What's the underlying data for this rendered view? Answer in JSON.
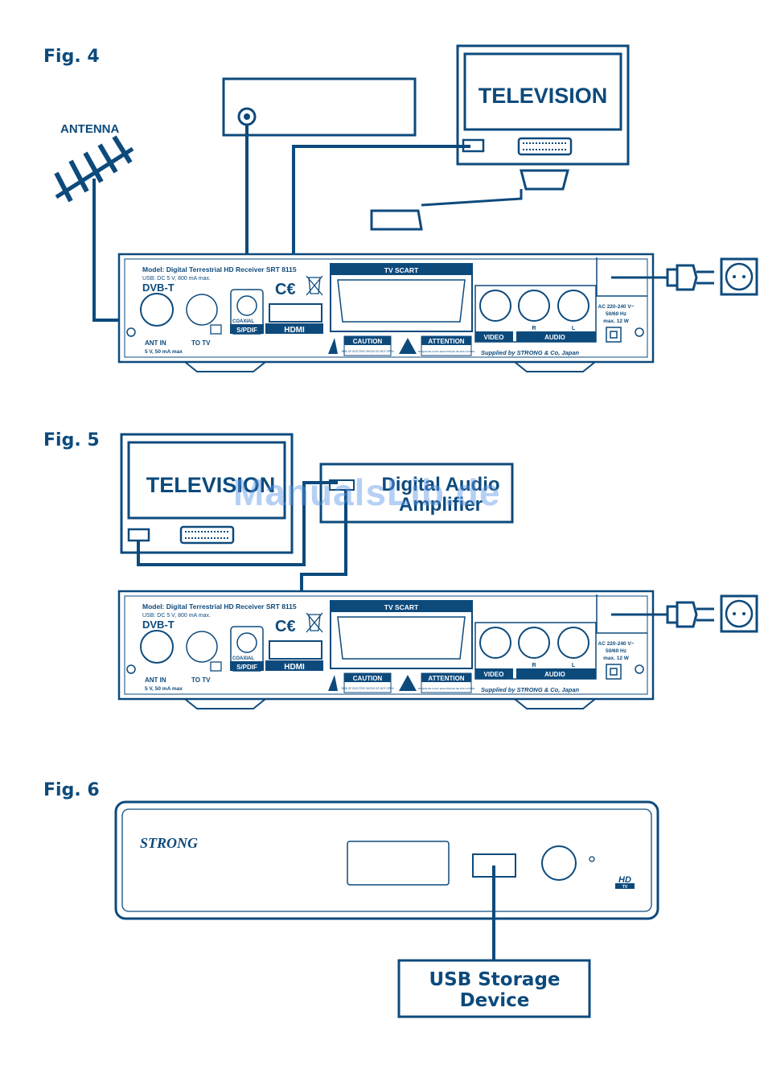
{
  "colors": {
    "ink": "#0d4a7c",
    "white": "#ffffff"
  },
  "figures": {
    "fig4": {
      "label": "Fig. 4",
      "antenna_label": "ANTENNA",
      "television_label": "TELEVISION"
    },
    "fig5": {
      "label": "Fig. 5",
      "television_label": "TELEVISION",
      "amplifier_line1": "Digital Audio",
      "amplifier_line2": "Amplifier"
    },
    "fig6": {
      "label": "Fig. 6",
      "brand": "STRONG",
      "hd_badge": "HD",
      "hd_badge_sub": "TV",
      "usb_line1": "USB Storage",
      "usb_line2": "Device"
    }
  },
  "receiver_rear_fig4": {
    "model": "Model: Digital Terrestrial HD Receiver SRT 8115",
    "usb_rating": "USB: DC 5 V, 800 mA max.",
    "dvb_logo": "DVB-T",
    "ant_in": "ANT IN",
    "ant_rating": "5 V, 50 mA max",
    "to_tv": "TO TV",
    "coaxial": "COAXIAL",
    "spdif": "S/PDIF",
    "hdmi": "HDMI",
    "tv_scart": "TV SCART",
    "caution": "CAUTION",
    "caution_sub": "RISK OF ELECTRIC SHOCK DO NOT OPEN",
    "attention": "ATTENTION",
    "attention_sub": "RISQUE DE CHOC ELECTRIQUE NE PAS OUVRIR",
    "video": "VIDEO",
    "audio": "AUDIO",
    "audio_r": "R",
    "audio_l": "L",
    "power_rating_1": "AC 220-240 V~",
    "power_rating_2": "50/60 Hz",
    "power_rating_3": "max. 12 W",
    "supplier": "Supplied by STRONG & Co, Japan"
  },
  "receiver_rear_fig5": {
    "model": "Model: Digital Terrestrial HD Receiver SRT 8115",
    "usb_rating": "USB: DC 5 V, 800 mA max.",
    "dvb_logo": "DVB-T",
    "ant_in": "ANT IN",
    "ant_rating": "5 V, 50 mA max",
    "to_tv": "TO TV",
    "coaxial": "COAXIAL",
    "spdif": "S/PDIF",
    "hdmi": "HDMI",
    "tv_scart": "TV SCART",
    "caution": "CAUTION",
    "caution_sub": "RISK OF ELECTRIC SHOCK DO NOT OPEN",
    "attention": "ATTENTION",
    "attention_sub": "RISQUE DE CHOC ELECTRIQUE NE PAS OUVRIR",
    "video": "VIDEO",
    "audio": "AUDIO",
    "audio_r": "R",
    "audio_l": "L",
    "power_rating_1": "AC 220-240 V~",
    "power_rating_2": "50/60 Hz",
    "power_rating_3": "max. 12 W",
    "supplier": "Supplied by STRONG & Co, Japan"
  },
  "watermark": "ManualsLib.de"
}
